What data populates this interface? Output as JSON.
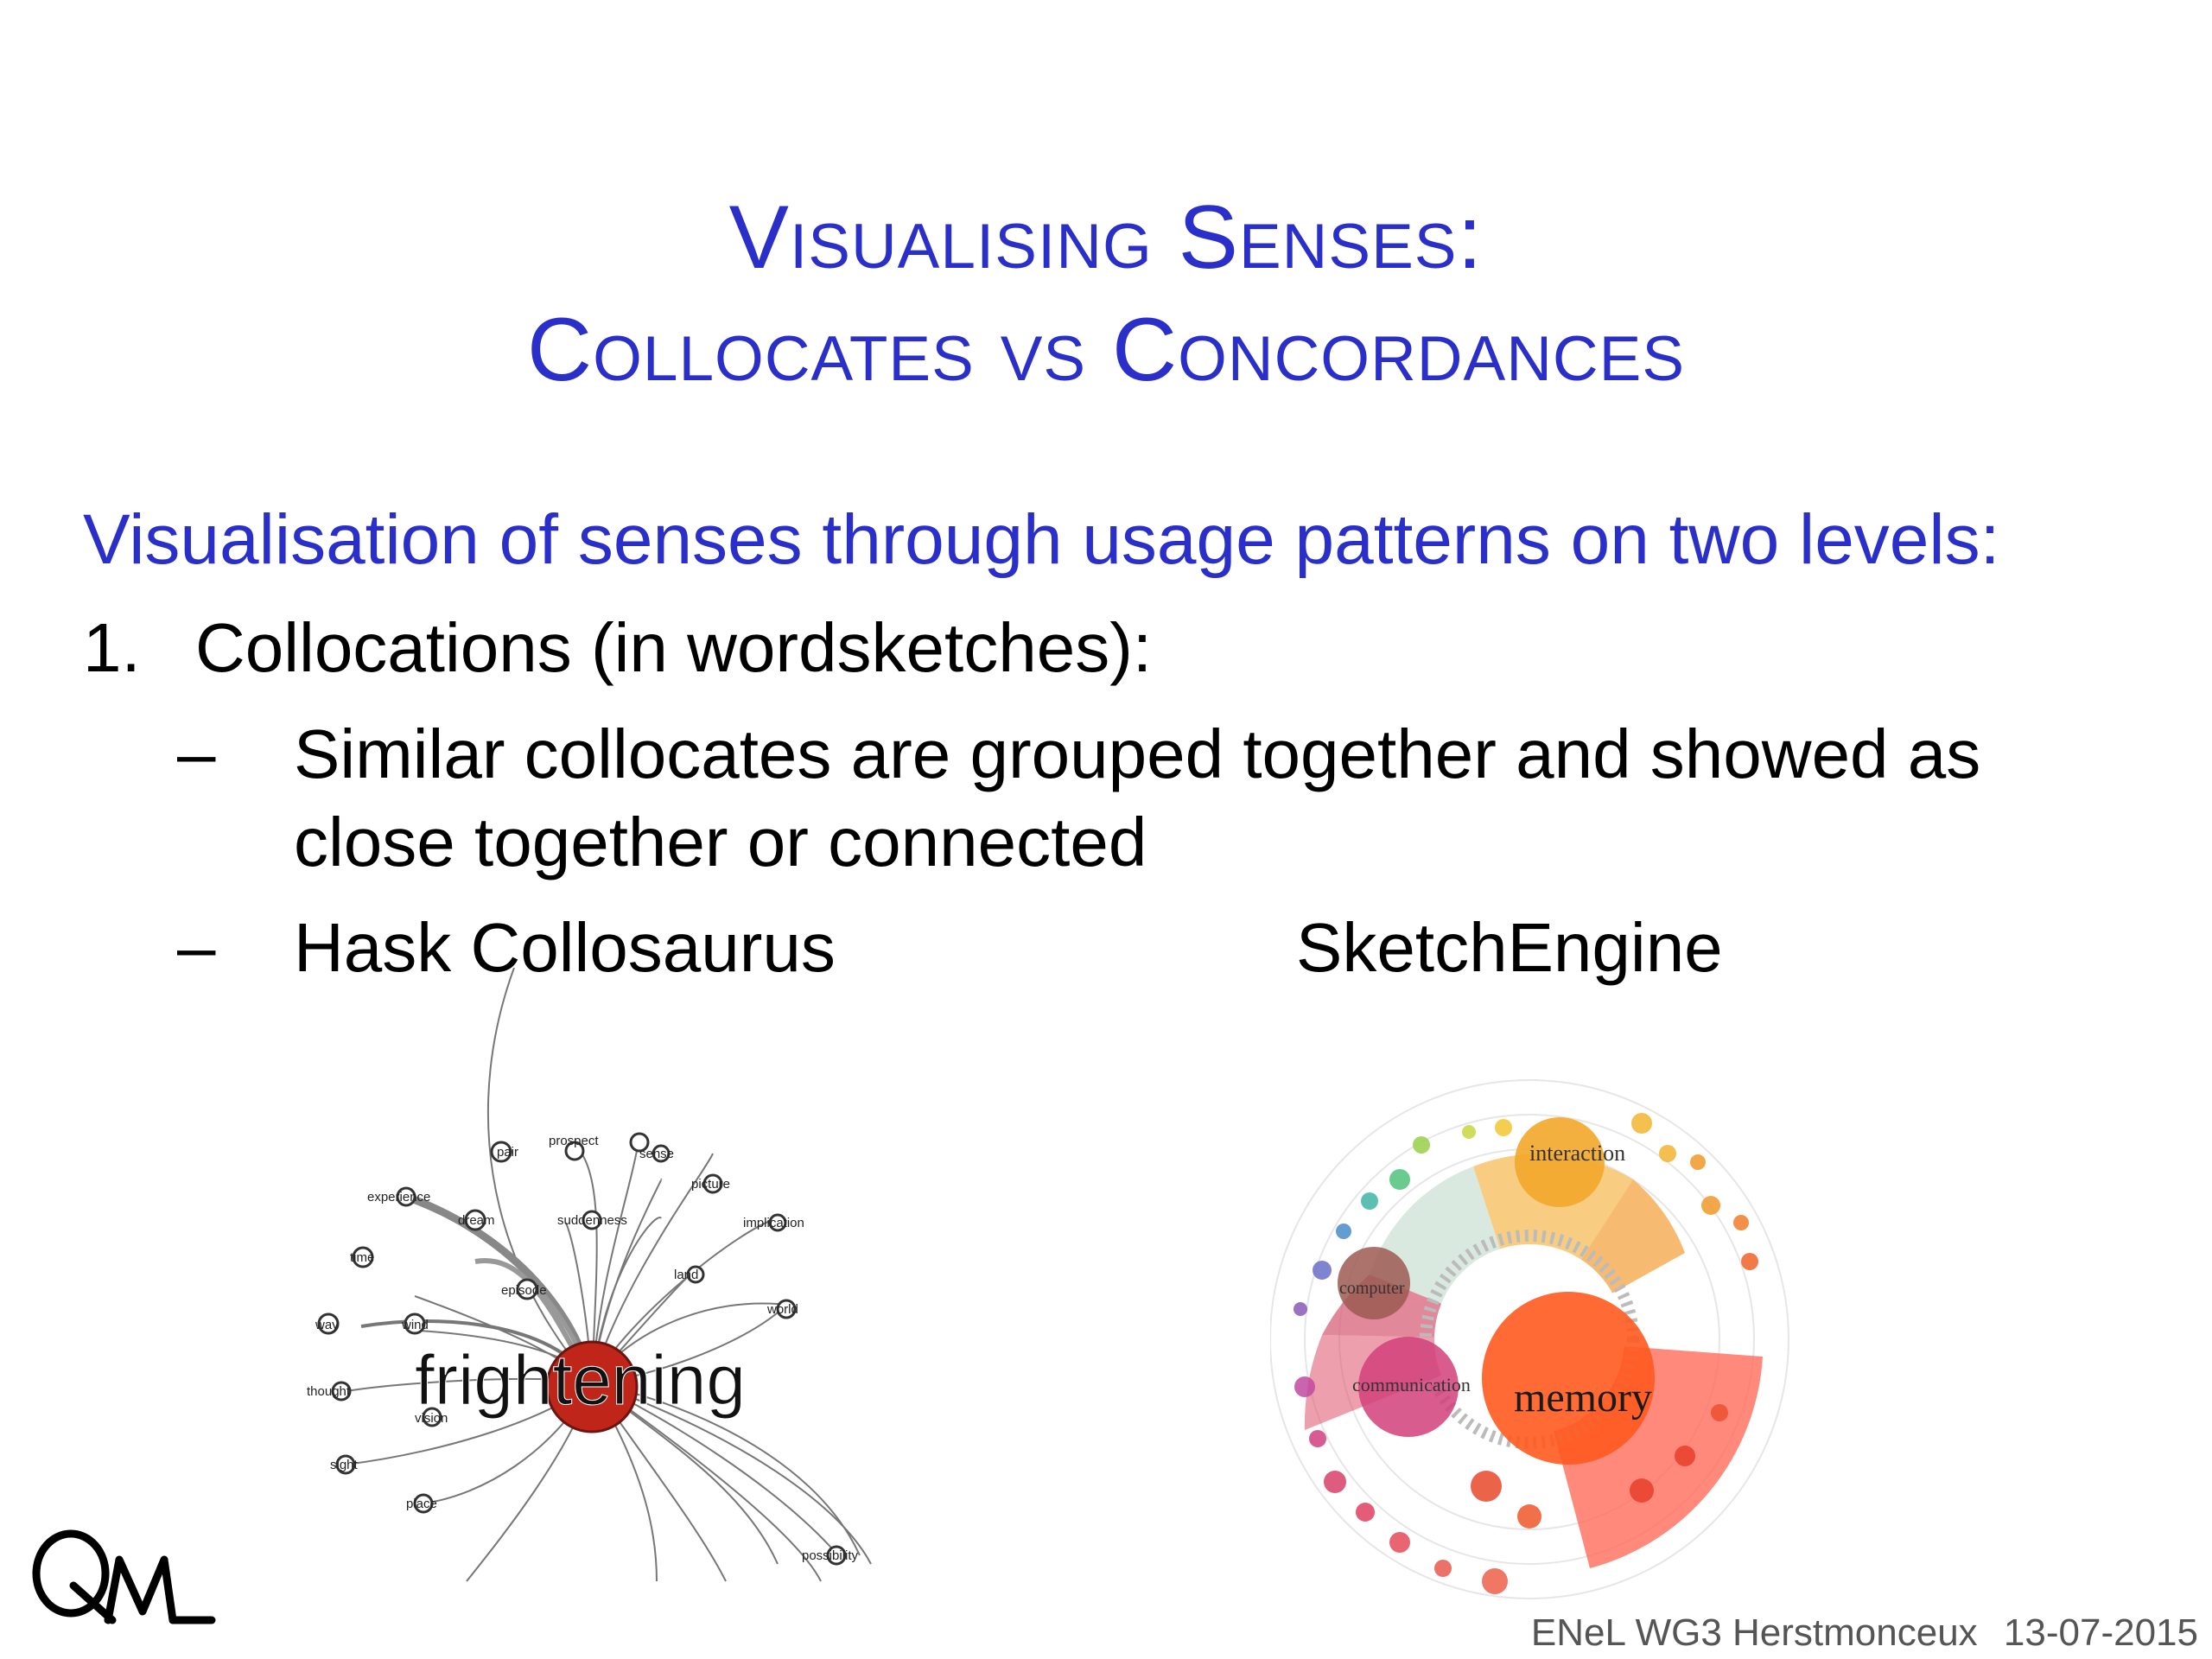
{
  "title": {
    "line1": "Visualising Senses:",
    "line2": "Collocates vs Concordances"
  },
  "intro": "Visualisation of senses through usage patterns on two levels:",
  "list": {
    "item1_num": "1.",
    "item1_text": "Collocations (in wordsketches):",
    "sub": [
      {
        "dash": "–",
        "line1": "Similar collocates are grouped together and showed as",
        "line2": "close together or connected"
      },
      {
        "dash": "–",
        "line1": "Hask Collosaurus"
      }
    ],
    "sketch_label": "SketchEngine"
  },
  "hask": {
    "center": "frightening",
    "nodes": [
      "prospect",
      "sense",
      "picture",
      "implication",
      "land",
      "world",
      "experience",
      "dream",
      "suddenness",
      "time",
      "episode",
      "way",
      "wind",
      "thought",
      "vision",
      "sight",
      "place",
      "possibility",
      "pair"
    ]
  },
  "sketch": {
    "labels": [
      "interaction",
      "computer",
      "communication",
      "memory"
    ]
  },
  "footer": {
    "text": "ENeL WG3 Herstmonceux",
    "date": "13-07-2015"
  },
  "logo": {
    "text": "QML"
  },
  "colors": {
    "title": "#2b2fc9",
    "center_node": "#c0251a",
    "memory": "#ff5a1f"
  }
}
